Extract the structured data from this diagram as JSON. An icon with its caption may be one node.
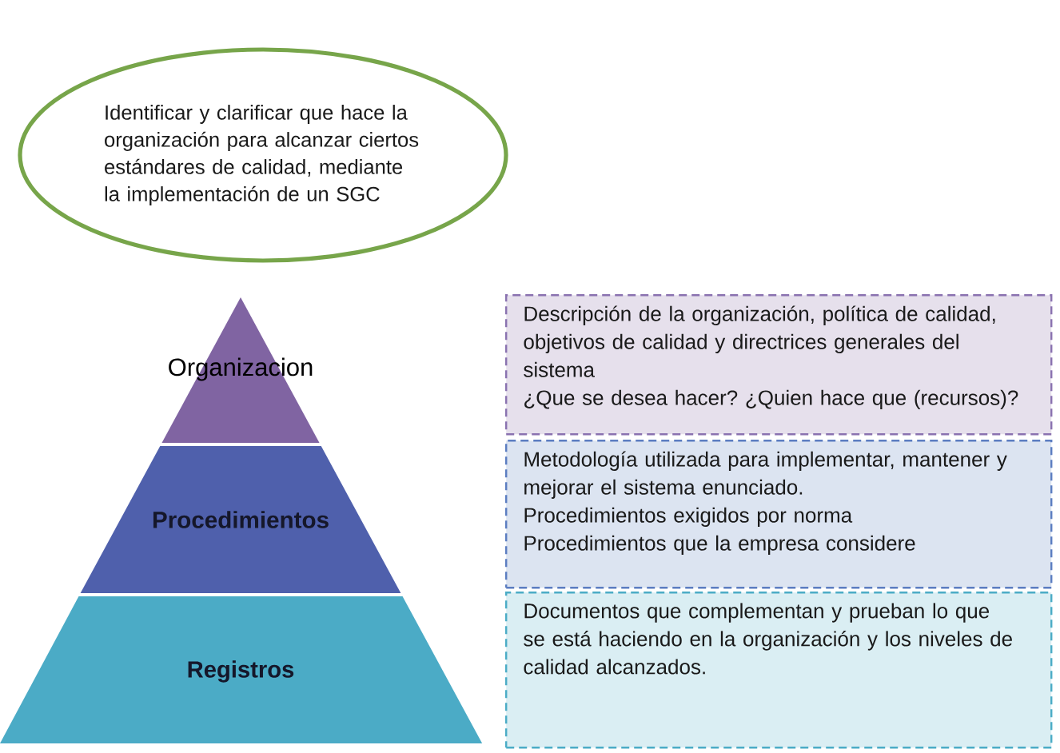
{
  "diagram": {
    "nodes": [
      {
        "text": [
          "Identificar y clarificar que hace la organización para alcanzar ciertos estándares de calidad, mediante la implementación de un SGC"
        ]
      },
      {
        "text": [
          "Organizacion"
        ]
      },
      {
        "text": [
          "Procedimientos"
        ]
      },
      {
        "text": [
          "Registros"
        ]
      },
      {
        "text": [
          "Descripción de la organización, política de calidad, objetivos de calidad y directrices generales del sistema",
          "¿Que se desea hacer? ¿Quien hace que (recursos)?"
        ]
      },
      {
        "text": [
          "Metodología utilizada para implementar, mantener y mejorar el sistema enunciado.",
          "Procedimientos exigidos por norma",
          "Procedimientos que la empresa considere"
        ]
      },
      {
        "text": [
          "Documentos que complementan y prueban lo que se está haciendo en la organización y los niveles de calidad alcanzados."
        ]
      }
    ]
  }
}
